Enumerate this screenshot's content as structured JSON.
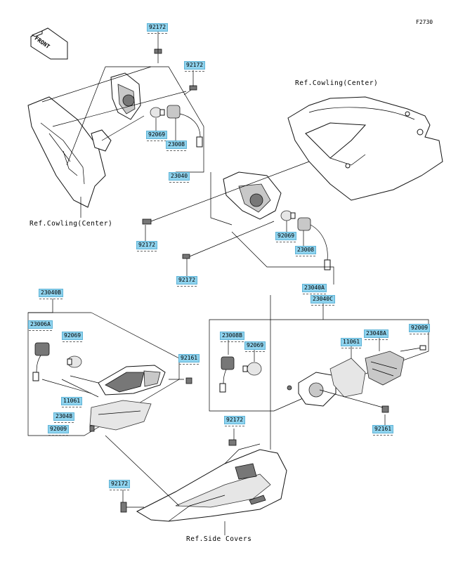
{
  "figure_id": "F2730",
  "front_label": "FRONT",
  "refs": {
    "cowling_center_top": "Ref.Cowling(Center)",
    "cowling_center_left": "Ref.Cowling(Center)",
    "side_covers": "Ref.Side Covers"
  },
  "part_tags": [
    {
      "id": "t1",
      "label": "92172"
    },
    {
      "id": "t2",
      "label": "92172"
    },
    {
      "id": "t3",
      "label": "92069"
    },
    {
      "id": "t4",
      "label": "23008"
    },
    {
      "id": "t5",
      "label": "23040"
    },
    {
      "id": "t6",
      "label": "92172"
    },
    {
      "id": "t7",
      "label": "92069"
    },
    {
      "id": "t8",
      "label": "23008"
    },
    {
      "id": "t9",
      "label": "92172"
    },
    {
      "id": "t10",
      "label": "23040A"
    },
    {
      "id": "t11",
      "label": "23040C"
    },
    {
      "id": "t12",
      "label": "23040B"
    },
    {
      "id": "t13",
      "label": "23006A"
    },
    {
      "id": "t14",
      "label": "92069"
    },
    {
      "id": "t15",
      "label": "92161"
    },
    {
      "id": "t16",
      "label": "11061"
    },
    {
      "id": "t17",
      "label": "23048"
    },
    {
      "id": "t18",
      "label": "92009"
    },
    {
      "id": "t19",
      "label": "23008B"
    },
    {
      "id": "t20",
      "label": "92069"
    },
    {
      "id": "t21",
      "label": "11061"
    },
    {
      "id": "t22",
      "label": "23048A"
    },
    {
      "id": "t23",
      "label": "92009"
    },
    {
      "id": "t24",
      "label": "92161"
    },
    {
      "id": "t25",
      "label": "92172"
    },
    {
      "id": "t26",
      "label": "92172"
    }
  ]
}
